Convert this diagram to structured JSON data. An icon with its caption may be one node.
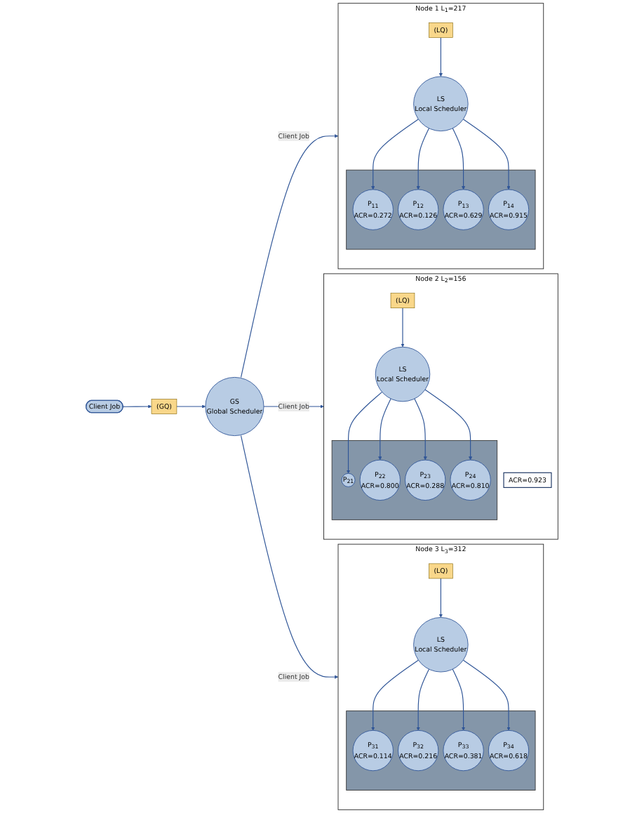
{
  "diagram": {
    "nodes": [
      {
        "text": [
          "Client Job"
        ]
      },
      {
        "text": [
          "(GQ)"
        ]
      },
      {
        "text": [
          "GS",
          "Global Scheduler"
        ]
      },
      {
        "text": [
          "Node 1",
          "L$_{1}$=217"
        ]
      },
      {
        "text": [
          "(LQ)"
        ],
        "in": 3
      },
      {
        "text": [
          "LS",
          "Local Scheduler"
        ],
        "in": 3
      },
      {
        "text": [],
        "shape": "box",
        "in": 3
      },
      {
        "text": [
          "P$_{11}$",
          "ACR=0.272"
        ],
        "in": 6
      },
      {
        "text": [
          "P$_{12}$",
          "ACR=0.126"
        ],
        "in": 6
      },
      {
        "text": [
          "P$_{13}$",
          "ACR=0.629"
        ],
        "in": 6
      },
      {
        "text": [
          "P$_{14}$",
          "ACR=0.915"
        ],
        "in": 6
      },
      {
        "text": [
          "Node 2",
          "L$_{2}$=156"
        ]
      },
      {
        "text": [
          "(LQ)"
        ],
        "in": 11
      },
      {
        "text": [
          "LS",
          "Local Scheduler"
        ],
        "in": 11
      },
      {
        "text": [],
        "shape": "box",
        "in": 11
      },
      {
        "text": [
          "P$_{21}$"
        ],
        "in": 14
      },
      {
        "text": [
          "P$_{22}$",
          "ACR=0.800"
        ],
        "in": 14
      },
      {
        "text": [
          "P$_{23}$",
          "ACR=0.288"
        ],
        "in": 14
      },
      {
        "text": [
          "P$_{24}$",
          "ACR=0.810"
        ],
        "in": 14
      },
      {
        "text": [
          "ACR=0.923"
        ],
        "in": 11
      },
      {
        "text": [
          "Node 3",
          "L$_{3}$=312"
        ]
      },
      {
        "text": [
          "(LQ)"
        ],
        "in": 20
      },
      {
        "text": [
          "LS",
          "Local Scheduler"
        ],
        "in": 20
      },
      {
        "text": [],
        "shape": "box",
        "in": 20
      },
      {
        "text": [
          "P$_{31}$",
          "ACR=0.114"
        ],
        "in": 23
      },
      {
        "text": [
          "P$_{32}$",
          "ACR=0.216"
        ],
        "in": 23
      },
      {
        "text": [
          "P$_{33}$",
          "ACR=0.381"
        ],
        "in": 23
      },
      {
        "text": [
          "P$_{34}$",
          "ACR=0.618"
        ],
        "in": 23
      }
    ],
    "edges": [
      {
        "from": 0,
        "to": 1,
        "arrow": "to"
      },
      {
        "from": 1,
        "to": 2,
        "arrow": "to"
      },
      {
        "from": 2,
        "to": 3,
        "arrow": "to",
        "label": "Client Job"
      },
      {
        "from": 2,
        "to": 11,
        "arrow": "to",
        "label": "Client Job"
      },
      {
        "from": 2,
        "to": 20,
        "arrow": "to",
        "label": "Client Job"
      },
      {
        "from": 4,
        "to": 5,
        "arrow": "to"
      },
      {
        "from": 5,
        "to": 7,
        "arrow": "to"
      },
      {
        "from": 5,
        "to": 8,
        "arrow": "to"
      },
      {
        "from": 5,
        "to": 9,
        "arrow": "to"
      },
      {
        "from": 5,
        "to": 10,
        "arrow": "to"
      },
      {
        "from": 12,
        "to": 13,
        "arrow": "to"
      },
      {
        "from": 13,
        "to": 15,
        "arrow": "to"
      },
      {
        "from": 13,
        "to": 16,
        "arrow": "to"
      },
      {
        "from": 13,
        "to": 17,
        "arrow": "to"
      },
      {
        "from": 13,
        "to": 18,
        "arrow": "to"
      },
      {
        "from": 21,
        "to": 22,
        "arrow": "to"
      },
      {
        "from": 22,
        "to": 24,
        "arrow": "to"
      },
      {
        "from": 22,
        "to": 25,
        "arrow": "to"
      },
      {
        "from": 22,
        "to": 26,
        "arrow": "to"
      },
      {
        "from": 22,
        "to": 27,
        "arrow": "to"
      }
    ]
  }
}
